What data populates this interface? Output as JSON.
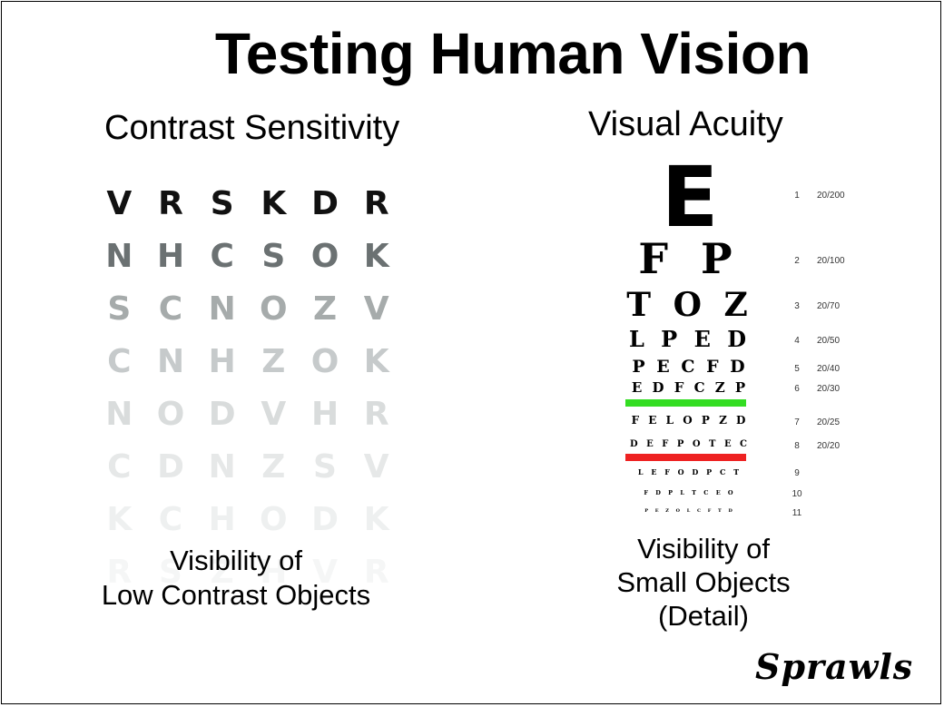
{
  "title": "Testing Human Vision",
  "left_heading": "Contrast Sensitivity",
  "right_heading": "Visual Acuity",
  "contrast_rows": [
    {
      "letters": [
        "V",
        "R",
        "S",
        "K",
        "D",
        "R"
      ],
      "color": "#111111"
    },
    {
      "letters": [
        "N",
        "H",
        "C",
        "S",
        "O",
        "K"
      ],
      "color": "#6b7172"
    },
    {
      "letters": [
        "S",
        "C",
        "N",
        "O",
        "Z",
        "V"
      ],
      "color": "#a6abab"
    },
    {
      "letters": [
        "C",
        "N",
        "H",
        "Z",
        "O",
        "K"
      ],
      "color": "#c6cacb"
    },
    {
      "letters": [
        "N",
        "O",
        "D",
        "V",
        "H",
        "R"
      ],
      "color": "#d9dcdc"
    },
    {
      "letters": [
        "C",
        "D",
        "N",
        "Z",
        "S",
        "V"
      ],
      "color": "#e6e8e8"
    },
    {
      "letters": [
        "K",
        "C",
        "H",
        "O",
        "D",
        "K"
      ],
      "color": "#eef0f0"
    },
    {
      "letters": [
        "R",
        "S",
        "Z",
        "H",
        "V",
        "R"
      ],
      "color": "#f5f6f6"
    }
  ],
  "left_caption_line1": "Visibility of",
  "left_caption_line2": "Low Contrast Objects",
  "right_caption_line1": "Visibility of",
  "right_caption_line2": "Small Objects",
  "right_caption_line3": "(Detail)",
  "acuity_rows": [
    {
      "letters": "E",
      "number": "1",
      "acuity": "20/200"
    },
    {
      "letters": "F P",
      "number": "2",
      "acuity": "20/100"
    },
    {
      "letters": "T O Z",
      "number": "3",
      "acuity": "20/70"
    },
    {
      "letters": "L P E D",
      "number": "4",
      "acuity": "20/50"
    },
    {
      "letters": "P E C F D",
      "number": "5",
      "acuity": "20/40"
    },
    {
      "letters": "E D F C Z P",
      "number": "6",
      "acuity": "20/30"
    },
    {
      "letters": "F E L O P Z D",
      "number": "7",
      "acuity": "20/25"
    },
    {
      "letters": "D E F P O T E C",
      "number": "8",
      "acuity": "20/20"
    },
    {
      "letters": "L E F O D P C T",
      "number": "9",
      "acuity": ""
    },
    {
      "letters": "F D P L T C E O",
      "number": "10",
      "acuity": ""
    },
    {
      "letters": "P E Z O L C F T D",
      "number": "11",
      "acuity": ""
    }
  ],
  "bar_colors": {
    "green": "#33dd22",
    "red": "#ee2222"
  },
  "signature": "Sprawls"
}
